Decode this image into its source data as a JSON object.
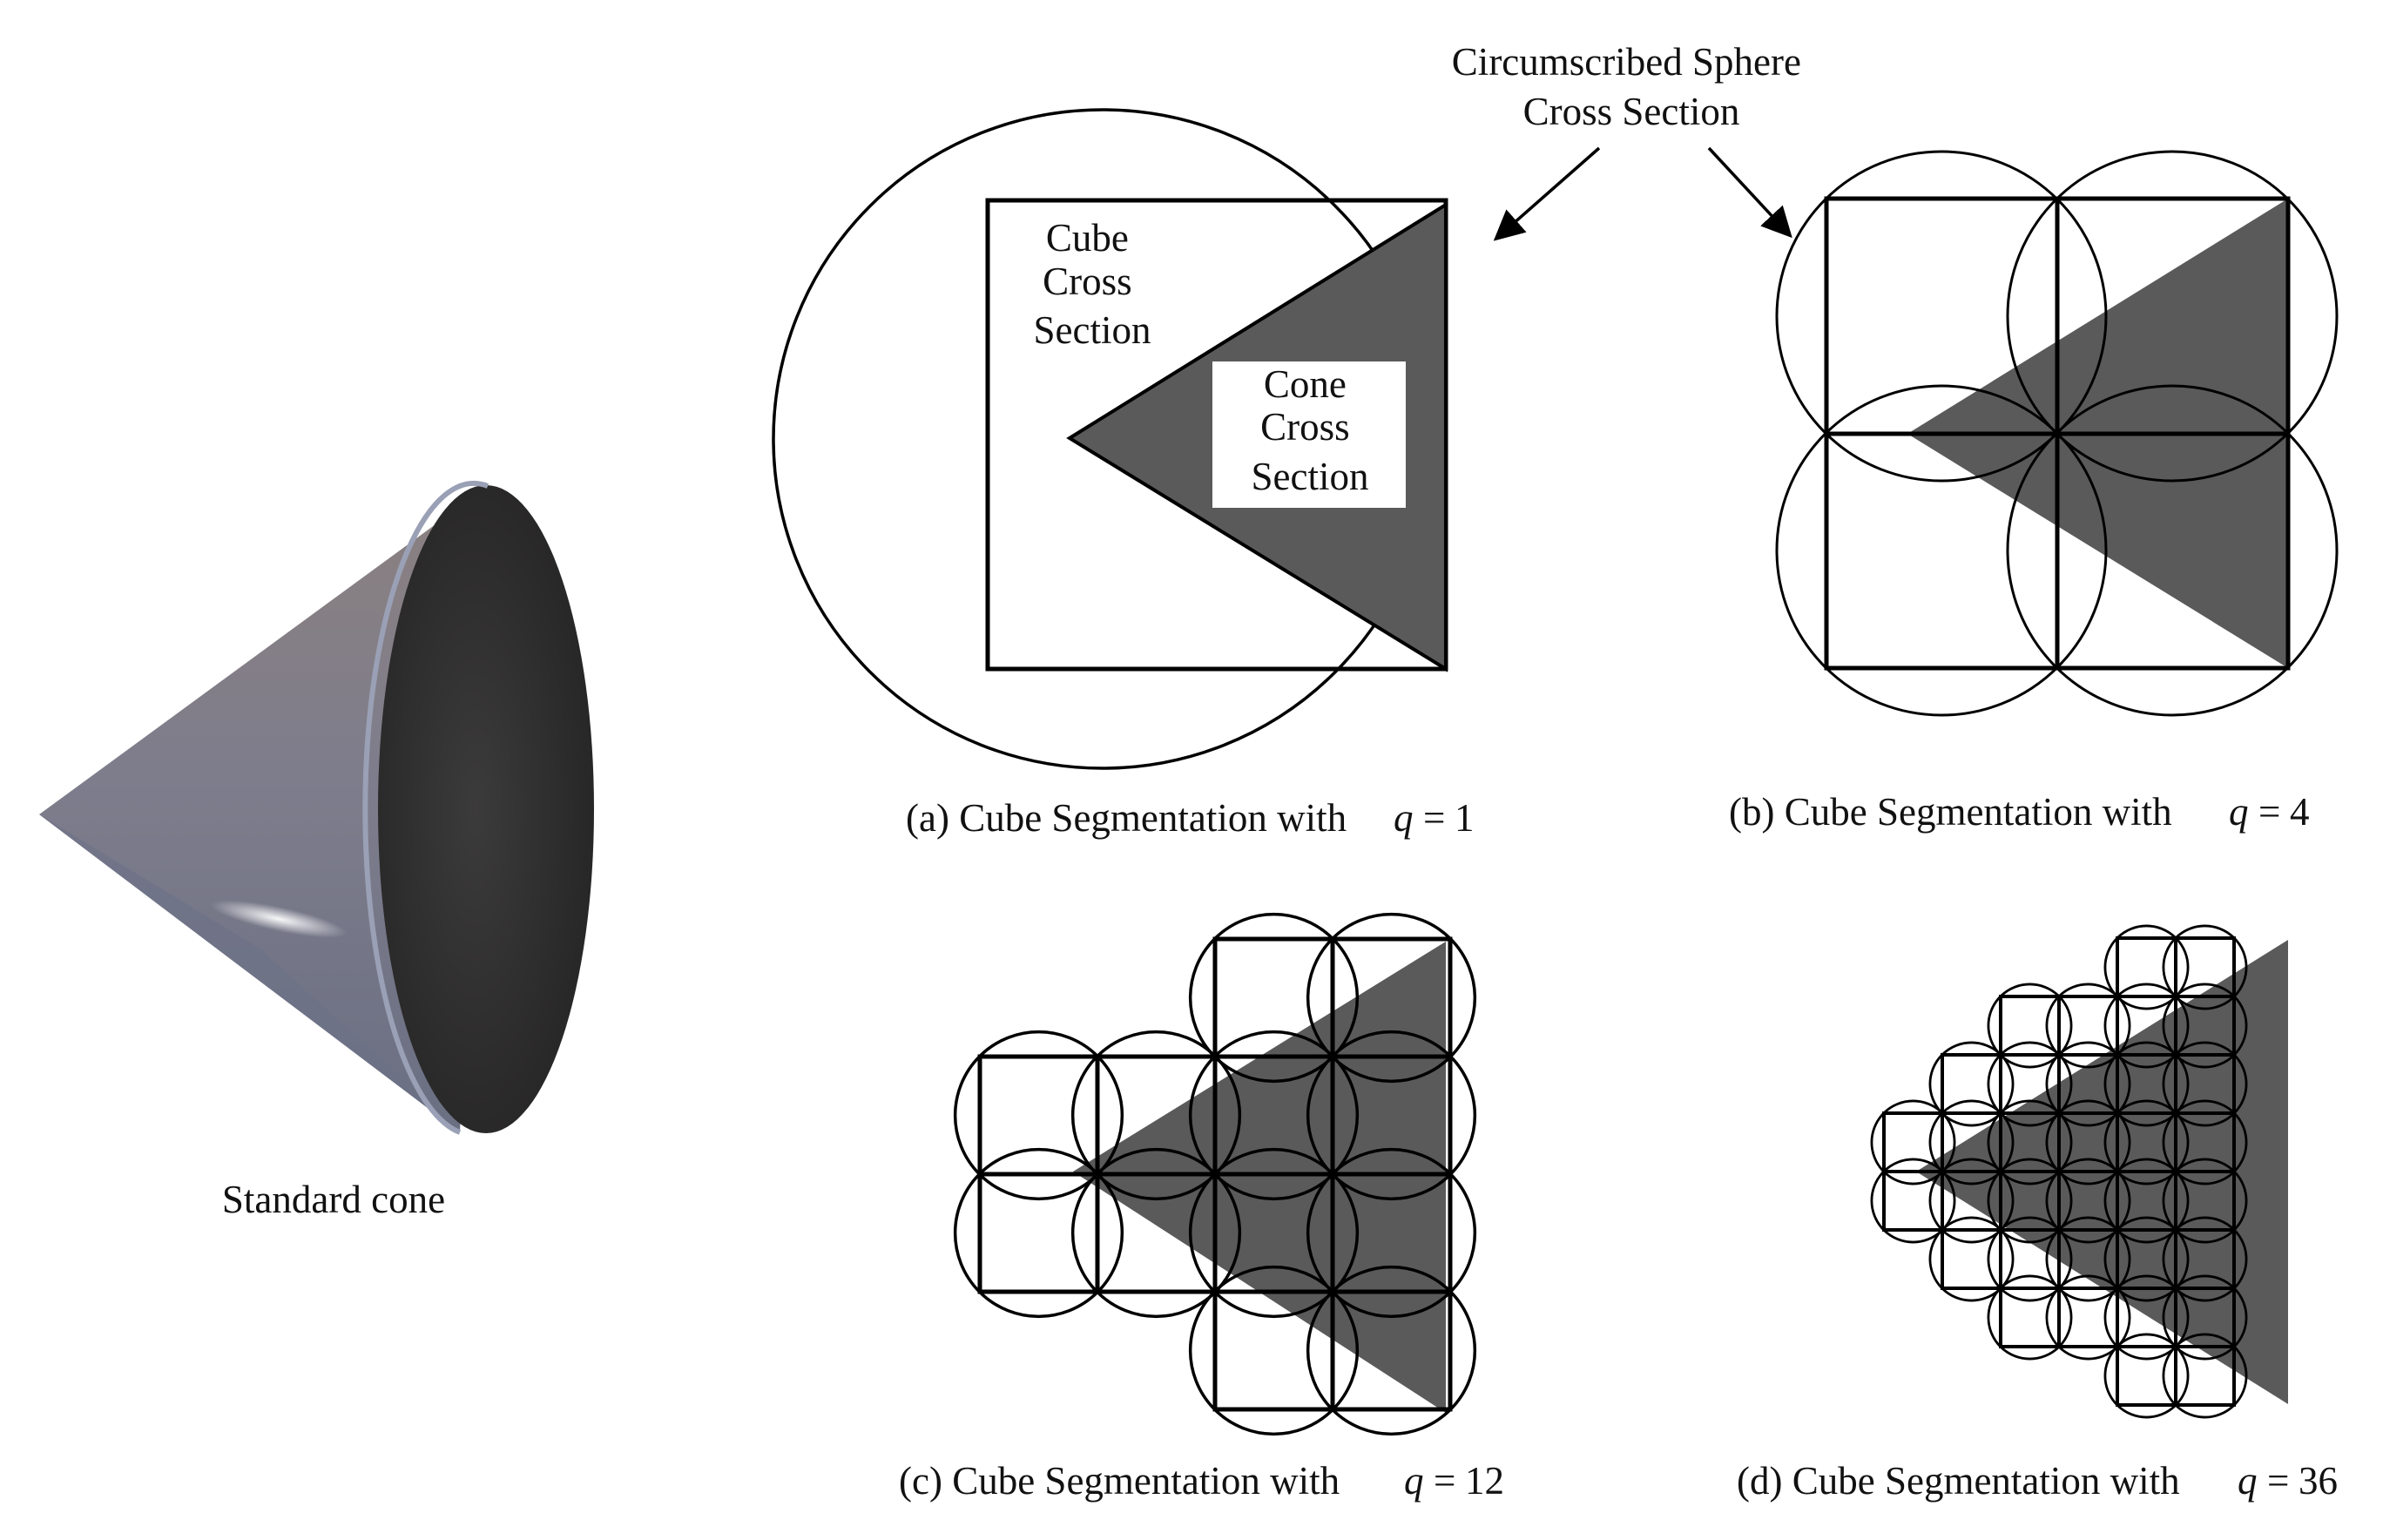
{
  "colors": {
    "background": "#ffffff",
    "outline": "#000000",
    "cone_section_fill": "#5a5a5a",
    "cone_side_light": "#9a98a8",
    "cone_base": "#3a3a3a"
  },
  "cone": {
    "label": "Standard cone"
  },
  "annotations": {
    "sphere_label_line1": "Circumscribed Sphere",
    "sphere_label_line2": "Cross Section",
    "cube_label_line1": "Cube",
    "cube_label_line2": "Cross",
    "cube_label_line3": "Section",
    "cone_label_line1": "Cone",
    "cone_label_line2": "Cross",
    "cone_label_line3": "Section"
  },
  "panels": [
    {
      "caption_prefix": "(a) Cube Segmentation with",
      "variable": "q",
      "equals": "=",
      "q_value": "1",
      "q": 1
    },
    {
      "caption_prefix": "(b) Cube Segmentation with",
      "variable": "q",
      "equals": "=",
      "q_value": "4",
      "q": 4
    },
    {
      "caption_prefix": "(c) Cube Segmentation with",
      "variable": "q",
      "equals": "=",
      "q_value": "12",
      "q": 12
    },
    {
      "caption_prefix": "(d) Cube Segmentation with",
      "variable": "q",
      "equals": "=",
      "q_value": "36",
      "q": 36
    }
  ]
}
